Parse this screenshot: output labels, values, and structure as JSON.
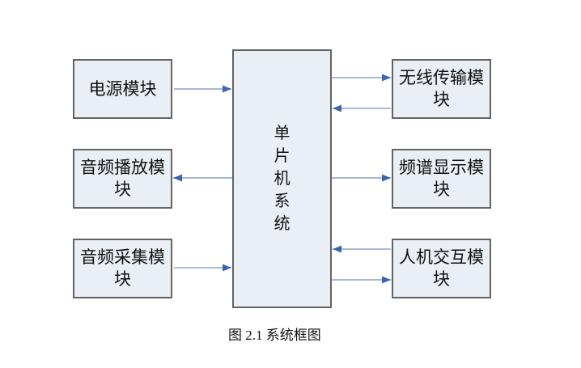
{
  "figure": {
    "caption": "图 2.1 系统框图",
    "center_box": {
      "label": "单片机系统"
    },
    "left_boxes": [
      {
        "label": "电源模块"
      },
      {
        "label": "音频播放模块"
      },
      {
        "label": "音频采集模块"
      }
    ],
    "right_boxes": [
      {
        "label": "无线传输模块"
      },
      {
        "label": "频谱显示模块"
      },
      {
        "label": "人机交互模块"
      }
    ],
    "connections": [
      {
        "from": "电源模块",
        "to": "单片机系统"
      },
      {
        "from": "单片机系统",
        "to": "音频播放模块"
      },
      {
        "from": "音频采集模块",
        "to": "单片机系统"
      },
      {
        "from": "单片机系统",
        "to": "无线传输模块"
      },
      {
        "from": "无线传输模块",
        "to": "单片机系统"
      },
      {
        "from": "单片机系统",
        "to": "频谱显示模块"
      },
      {
        "from": "人机交互模块",
        "to": "单片机系统"
      },
      {
        "from": "单片机系统",
        "to": "人机交互模块"
      }
    ],
    "colors": {
      "box_fill": "#eaeef5",
      "box_border": "#636363",
      "arrow_line": "#8aa3cc",
      "arrow_head": "#3c64ae"
    }
  }
}
